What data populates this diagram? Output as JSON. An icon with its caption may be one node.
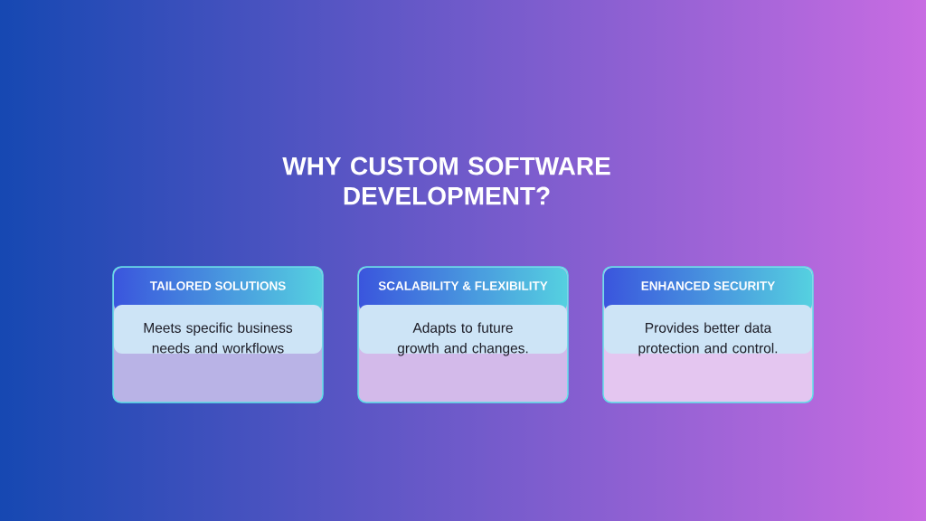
{
  "diagram": {
    "title": "WHY CUSTOM SOFTWARE DEVELOPMENT?",
    "nodes": [
      {
        "text": [
          "TAILORED SOLUTIONS",
          "Meets specific business needs and workflows"
        ]
      },
      {
        "text": [
          "SCALABILITY & FLEXIBILITY",
          "Adapts to future growth and changes."
        ]
      },
      {
        "text": [
          "ENHANCED SECURITY",
          "Provides better data protection and control."
        ]
      }
    ]
  }
}
